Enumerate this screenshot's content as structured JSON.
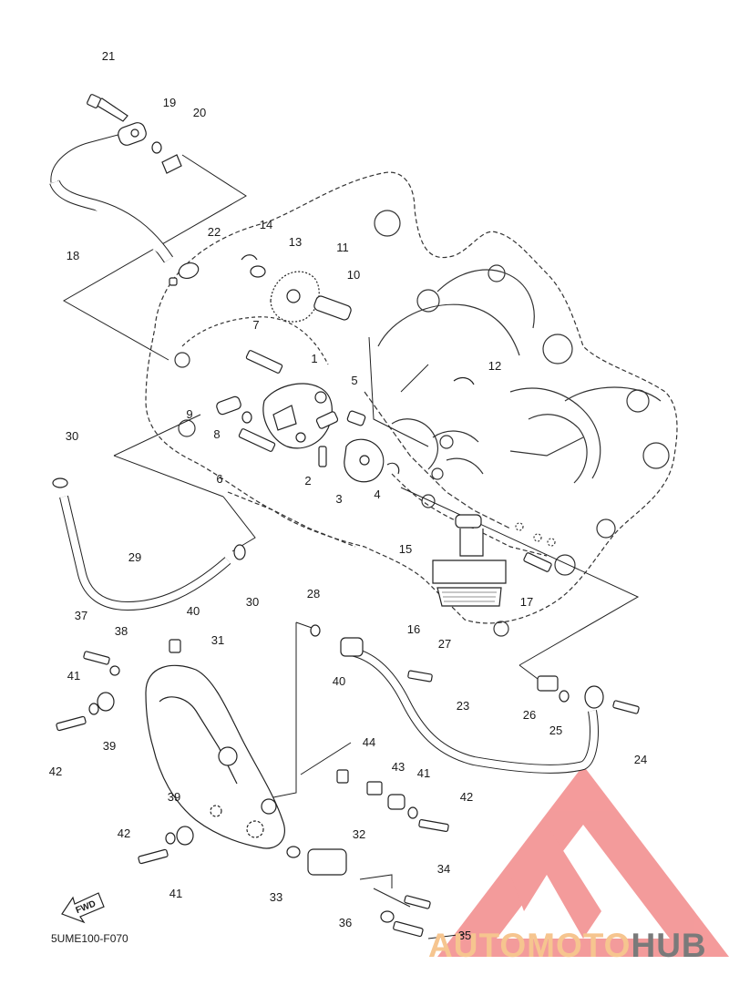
{
  "diagram": {
    "code": "5UME100-F070",
    "direction_label": "FWD"
  },
  "parts": [
    {
      "ref": "1"
    },
    {
      "ref": "2"
    },
    {
      "ref": "3"
    },
    {
      "ref": "4"
    },
    {
      "ref": "5"
    },
    {
      "ref": "6"
    },
    {
      "ref": "7"
    },
    {
      "ref": "8"
    },
    {
      "ref": "9"
    },
    {
      "ref": "10"
    },
    {
      "ref": "11"
    },
    {
      "ref": "12"
    },
    {
      "ref": "13"
    },
    {
      "ref": "14"
    },
    {
      "ref": "15"
    },
    {
      "ref": "16"
    },
    {
      "ref": "17"
    },
    {
      "ref": "18"
    },
    {
      "ref": "19"
    },
    {
      "ref": "20"
    },
    {
      "ref": "21"
    },
    {
      "ref": "22"
    },
    {
      "ref": "23"
    },
    {
      "ref": "24"
    },
    {
      "ref": "25"
    },
    {
      "ref": "26"
    },
    {
      "ref": "27"
    },
    {
      "ref": "28"
    },
    {
      "ref": "29"
    },
    {
      "ref": "30"
    },
    {
      "ref": "31"
    },
    {
      "ref": "32"
    },
    {
      "ref": "33"
    },
    {
      "ref": "34"
    },
    {
      "ref": "35"
    },
    {
      "ref": "36"
    },
    {
      "ref": "37"
    },
    {
      "ref": "38"
    },
    {
      "ref": "39"
    },
    {
      "ref": "40"
    },
    {
      "ref": "41"
    },
    {
      "ref": "42"
    },
    {
      "ref": "43"
    },
    {
      "ref": "44"
    }
  ],
  "watermark": {
    "part1": "AUTOMOTO",
    "part2": "HUB",
    "logo_color": "#f28a8a",
    "text_color_1": "#f6c58f",
    "text_color_2": "#7a7a7a"
  }
}
